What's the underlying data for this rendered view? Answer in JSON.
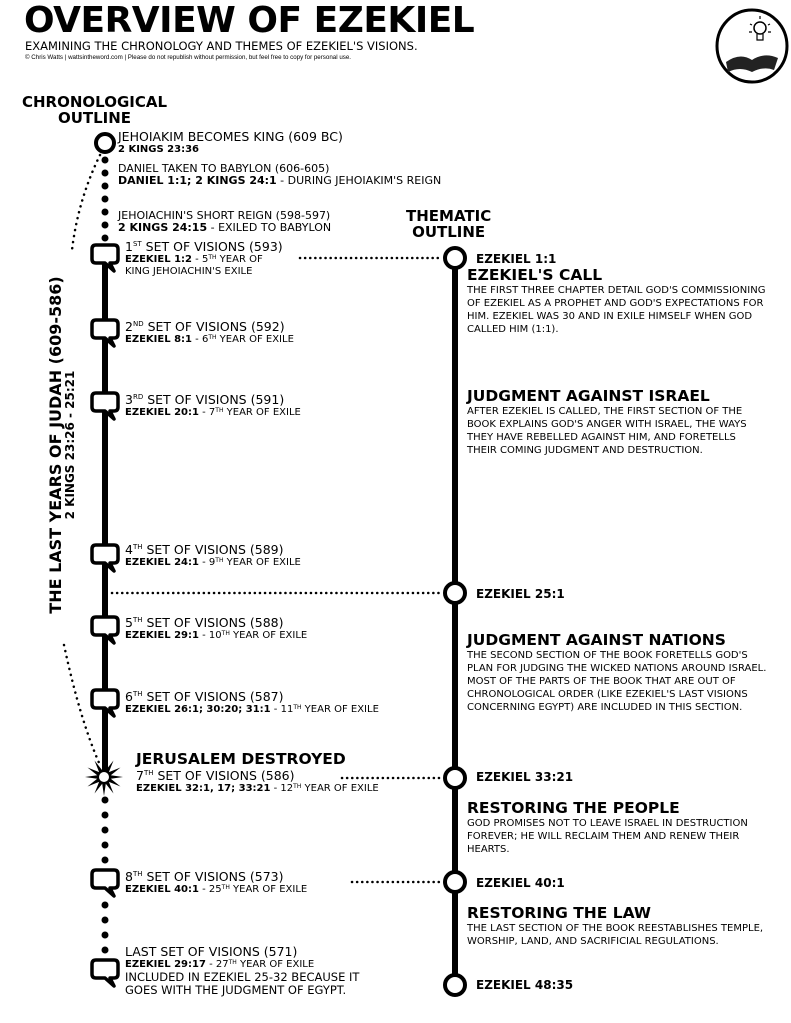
{
  "header": {
    "title": "OVERVIEW OF EZEKIEL",
    "subtitle": "EXAMINING THE CHRONOLOGY AND THEMES OF EZEKIEL'S VISIONS.",
    "copyright": "© Chris Watts | wattsintheword.com | Please do not republish without permission, but feel free to copy for personal use.",
    "logo": "lightbulb-bible-icon"
  },
  "chronological": {
    "heading": [
      "CHRONOLOGICAL",
      "OUTLINE"
    ],
    "side_label": {
      "title": "THE LAST YEARS OF JUDAH  (609-586)",
      "ref": "2 KINGS 23:26 - 25:21"
    },
    "events": [
      {
        "title": [
          [
            "",
            "JEHOIAKIM BECOMES KING (609 BC)"
          ]
        ],
        "lines": [
          [
            [
              "b",
              "2 KINGS 23:36"
            ]
          ]
        ]
      },
      {
        "title": [
          [
            "",
            "DANIEL TAKEN TO BABYLON (606-605)"
          ]
        ],
        "lines": [
          [
            [
              "b",
              "DANIEL 1:1; 2 KINGS 24:1"
            ],
            [
              "",
              "  - DURING JEHOIAKIM'S REIGN"
            ]
          ]
        ],
        "small": true
      },
      {
        "title": [
          [
            "",
            "JEHOIACHIN'S SHORT REIGN (598-597)"
          ]
        ],
        "lines": [
          [
            [
              "b",
              "2 KINGS 24:15"
            ],
            [
              "",
              "  - EXILED TO BABYLON"
            ]
          ]
        ],
        "small": true
      },
      {
        "title": [
          [
            "",
            "1"
          ],
          [
            "sup",
            "ST"
          ],
          [
            "",
            " SET OF VISIONS (593)"
          ]
        ],
        "lines": [
          [
            [
              "b",
              "EZEKIEL 1:2"
            ],
            [
              "",
              "  - 5"
            ],
            [
              "sup",
              "TH"
            ],
            [
              "",
              " YEAR OF"
            ]
          ],
          [
            [
              "",
              "KING JEHOIACHIN'S EXILE"
            ]
          ]
        ]
      },
      {
        "title": [
          [
            "",
            "2"
          ],
          [
            "sup",
            "ND"
          ],
          [
            "",
            " SET OF VISIONS (592)"
          ]
        ],
        "lines": [
          [
            [
              "b",
              "EZEKIEL 8:1"
            ],
            [
              "",
              "  - 6"
            ],
            [
              "sup",
              "TH"
            ],
            [
              "",
              " YEAR OF EXILE"
            ]
          ]
        ]
      },
      {
        "title": [
          [
            "",
            "3"
          ],
          [
            "sup",
            "RD"
          ],
          [
            "",
            " SET OF VISIONS (591)"
          ]
        ],
        "lines": [
          [
            [
              "b",
              "EZEKIEL 20:1"
            ],
            [
              "",
              "  - 7"
            ],
            [
              "sup",
              "TH"
            ],
            [
              "",
              " YEAR OF EXILE"
            ]
          ]
        ]
      },
      {
        "title": [
          [
            "",
            "4"
          ],
          [
            "sup",
            "TH"
          ],
          [
            "",
            " SET OF VISIONS (589)"
          ]
        ],
        "lines": [
          [
            [
              "b",
              "EZEKIEL 24:1"
            ],
            [
              "",
              "  - 9"
            ],
            [
              "sup",
              "TH"
            ],
            [
              "",
              " YEAR OF EXILE"
            ]
          ]
        ]
      },
      {
        "title": [
          [
            "",
            "5"
          ],
          [
            "sup",
            "TH"
          ],
          [
            "",
            " SET OF VISIONS (588)"
          ]
        ],
        "lines": [
          [
            [
              "b",
              "EZEKIEL 29:1"
            ],
            [
              "",
              "  - 10"
            ],
            [
              "sup",
              "TH"
            ],
            [
              "",
              " YEAR OF EXILE"
            ]
          ]
        ]
      },
      {
        "title": [
          [
            "",
            "6"
          ],
          [
            "sup",
            "TH"
          ],
          [
            "",
            " SET OF VISIONS (587)"
          ]
        ],
        "lines": [
          [
            [
              "b",
              "EZEKIEL 26:1; 30:20; 31:1"
            ],
            [
              "",
              "  - 11"
            ],
            [
              "sup",
              "TH"
            ],
            [
              "",
              " YEAR OF EXILE"
            ]
          ]
        ]
      },
      {
        "heading": "JERUSALEM DESTROYED",
        "title": [
          [
            "",
            "7"
          ],
          [
            "sup",
            "TH"
          ],
          [
            "",
            " SET OF VISIONS (586)"
          ]
        ],
        "lines": [
          [
            [
              "b",
              "EZEKIEL 32:1, 17; 33:21"
            ],
            [
              "",
              "  - 12"
            ],
            [
              "sup",
              "TH"
            ],
            [
              "",
              " YEAR OF EXILE"
            ]
          ]
        ]
      },
      {
        "title": [
          [
            "",
            "8"
          ],
          [
            "sup",
            "TH"
          ],
          [
            "",
            " SET OF VISIONS (573)"
          ]
        ],
        "lines": [
          [
            [
              "b",
              "EZEKIEL 40:1"
            ],
            [
              "",
              "  - 25"
            ],
            [
              "sup",
              "TH"
            ],
            [
              "",
              " YEAR OF EXILE"
            ]
          ]
        ]
      },
      {
        "title": [
          [
            "",
            "LAST SET OF VISIONS (571)"
          ]
        ],
        "lines": [
          [
            [
              "b",
              "EZEKIEL 29:17"
            ],
            [
              "",
              "  - 27"
            ],
            [
              "sup",
              "TH"
            ],
            [
              "",
              " YEAR OF EXILE"
            ]
          ],
          [
            [
              "",
              "INCLUDED IN EZEKIEL 25-32 BECAUSE IT"
            ]
          ],
          [
            [
              "",
              "GOES WITH THE JUDGMENT OF EGYPT."
            ]
          ]
        ]
      }
    ]
  },
  "thematic": {
    "heading": [
      "THEMATIC",
      "OUTLINE"
    ],
    "markers": [
      "EZEKIEL 1:1",
      "EZEKIEL 25:1",
      "EZEKIEL 33:21",
      "EZEKIEL 40:1",
      "EZEKIEL 48:35"
    ],
    "sections": [
      {
        "title": "EZEKIEL'S CALL",
        "text": "THE FIRST THREE CHAPTER DETAIL GOD'S COMMISSIONING OF EZEKIEL AS A PROPHET AND GOD'S EXPECTATIONS FOR HIM. EZEKIEL WAS 30 AND IN EXILE HIMSELF WHEN GOD CALLED HIM (1:1)."
      },
      {
        "title": "JUDGMENT AGAINST ISRAEL",
        "text": "AFTER EZEKIEL IS CALLED, THE FIRST SECTION OF THE BOOK EXPLAINS GOD'S ANGER WITH ISRAEL, THE WAYS THEY HAVE REBELLED AGAINST HIM, AND FORETELLS THEIR COMING JUDGMENT AND DESTRUCTION."
      },
      {
        "title": "JUDGMENT AGAINST NATIONS",
        "text": "THE SECOND SECTION OF THE BOOK FORETELLS GOD'S PLAN FOR JUDGING THE WICKED NATIONS AROUND ISRAEL. MOST OF THE PARTS OF THE BOOK THAT ARE OUT OF CHRONOLOGICAL ORDER (LIKE EZEKIEL'S LAST VISIONS CONCERNING EGYPT) ARE INCLUDED IN THIS SECTION."
      },
      {
        "title": "RESTORING THE PEOPLE",
        "text": "GOD PROMISES NOT TO LEAVE ISRAEL IN DESTRUCTION FOREVER; HE WILL RECLAIM THEM AND RENEW THEIR HEARTS."
      },
      {
        "title": "RESTORING THE LAW",
        "text": "THE LAST SECTION OF THE BOOK REESTABLISHES TEMPLE, WORSHIP, LAND, AND SACRIFICIAL REGULATIONS."
      }
    ]
  }
}
